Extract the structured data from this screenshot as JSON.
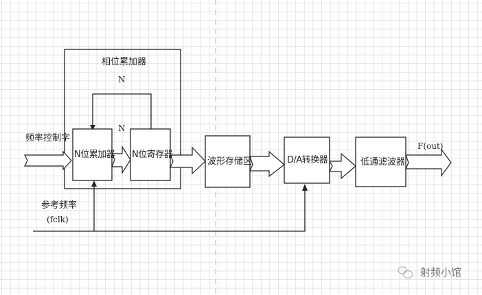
{
  "diagram": {
    "title": "相位累加器",
    "feedback_width_label": "N",
    "bus_width_label": "N",
    "input_label": "频率控制字",
    "clock_label_line1": "参考频率",
    "clock_label_line2": "(fclk)",
    "output_label": "F(out)",
    "blocks": [
      {
        "id": "adder",
        "label": "N位累加器"
      },
      {
        "id": "register",
        "label": "N位寄存器"
      },
      {
        "id": "waveform_rom",
        "label": "波形存储区"
      },
      {
        "id": "dac",
        "label": "D/A转换器"
      },
      {
        "id": "lpf",
        "label": "低通滤波器"
      }
    ],
    "watermark": "射频小馆",
    "colors": {
      "stroke": "#222222",
      "grid": "#e4e4e4",
      "dashed_guide": "#d0d0d0"
    }
  }
}
